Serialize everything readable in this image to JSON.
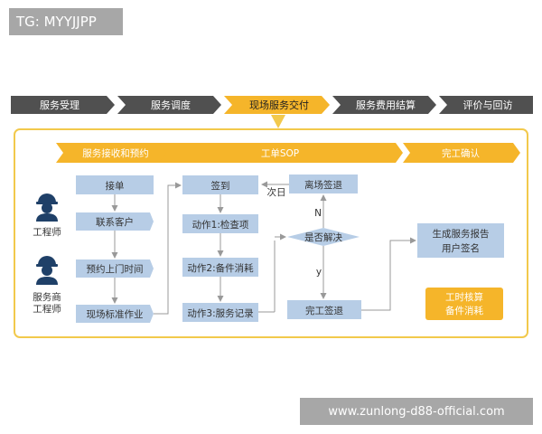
{
  "watermarks": {
    "top_left": "TG: MYYJJPP",
    "bottom_right": "www.zunlong-d88-official.com"
  },
  "stages": [
    "服务受理",
    "服务调度",
    "现场服务交付",
    "服务费用结算",
    "评价与回访"
  ],
  "sub_headers": [
    "服务接收和预约",
    "工单SOP",
    "完工确认"
  ],
  "roles": [
    "工程师",
    "服务商工程师"
  ],
  "col1_steps": [
    "接单",
    "联系客户",
    "预约上门时间",
    "现场标准作业"
  ],
  "col2_steps": [
    "签到",
    "动作1:检查项",
    "动作2:备件消耗",
    "动作3:服务记录"
  ],
  "col3": {
    "leave_signout": "离场签退",
    "decision": "是否解决",
    "complete_signout": "完工签退",
    "next_day": "次日",
    "no": "N",
    "yes": "y"
  },
  "col4": {
    "report_line1": "生成服务报告",
    "report_line2": "用户签名",
    "cost_line1": "工时核算",
    "cost_line2": "备件消耗"
  },
  "colors": {
    "dark_gray": "#505050",
    "gold": "#f5b52a",
    "light_blue": "#b7cde6",
    "frame": "#f2c94c",
    "worker": "#1f4068"
  }
}
